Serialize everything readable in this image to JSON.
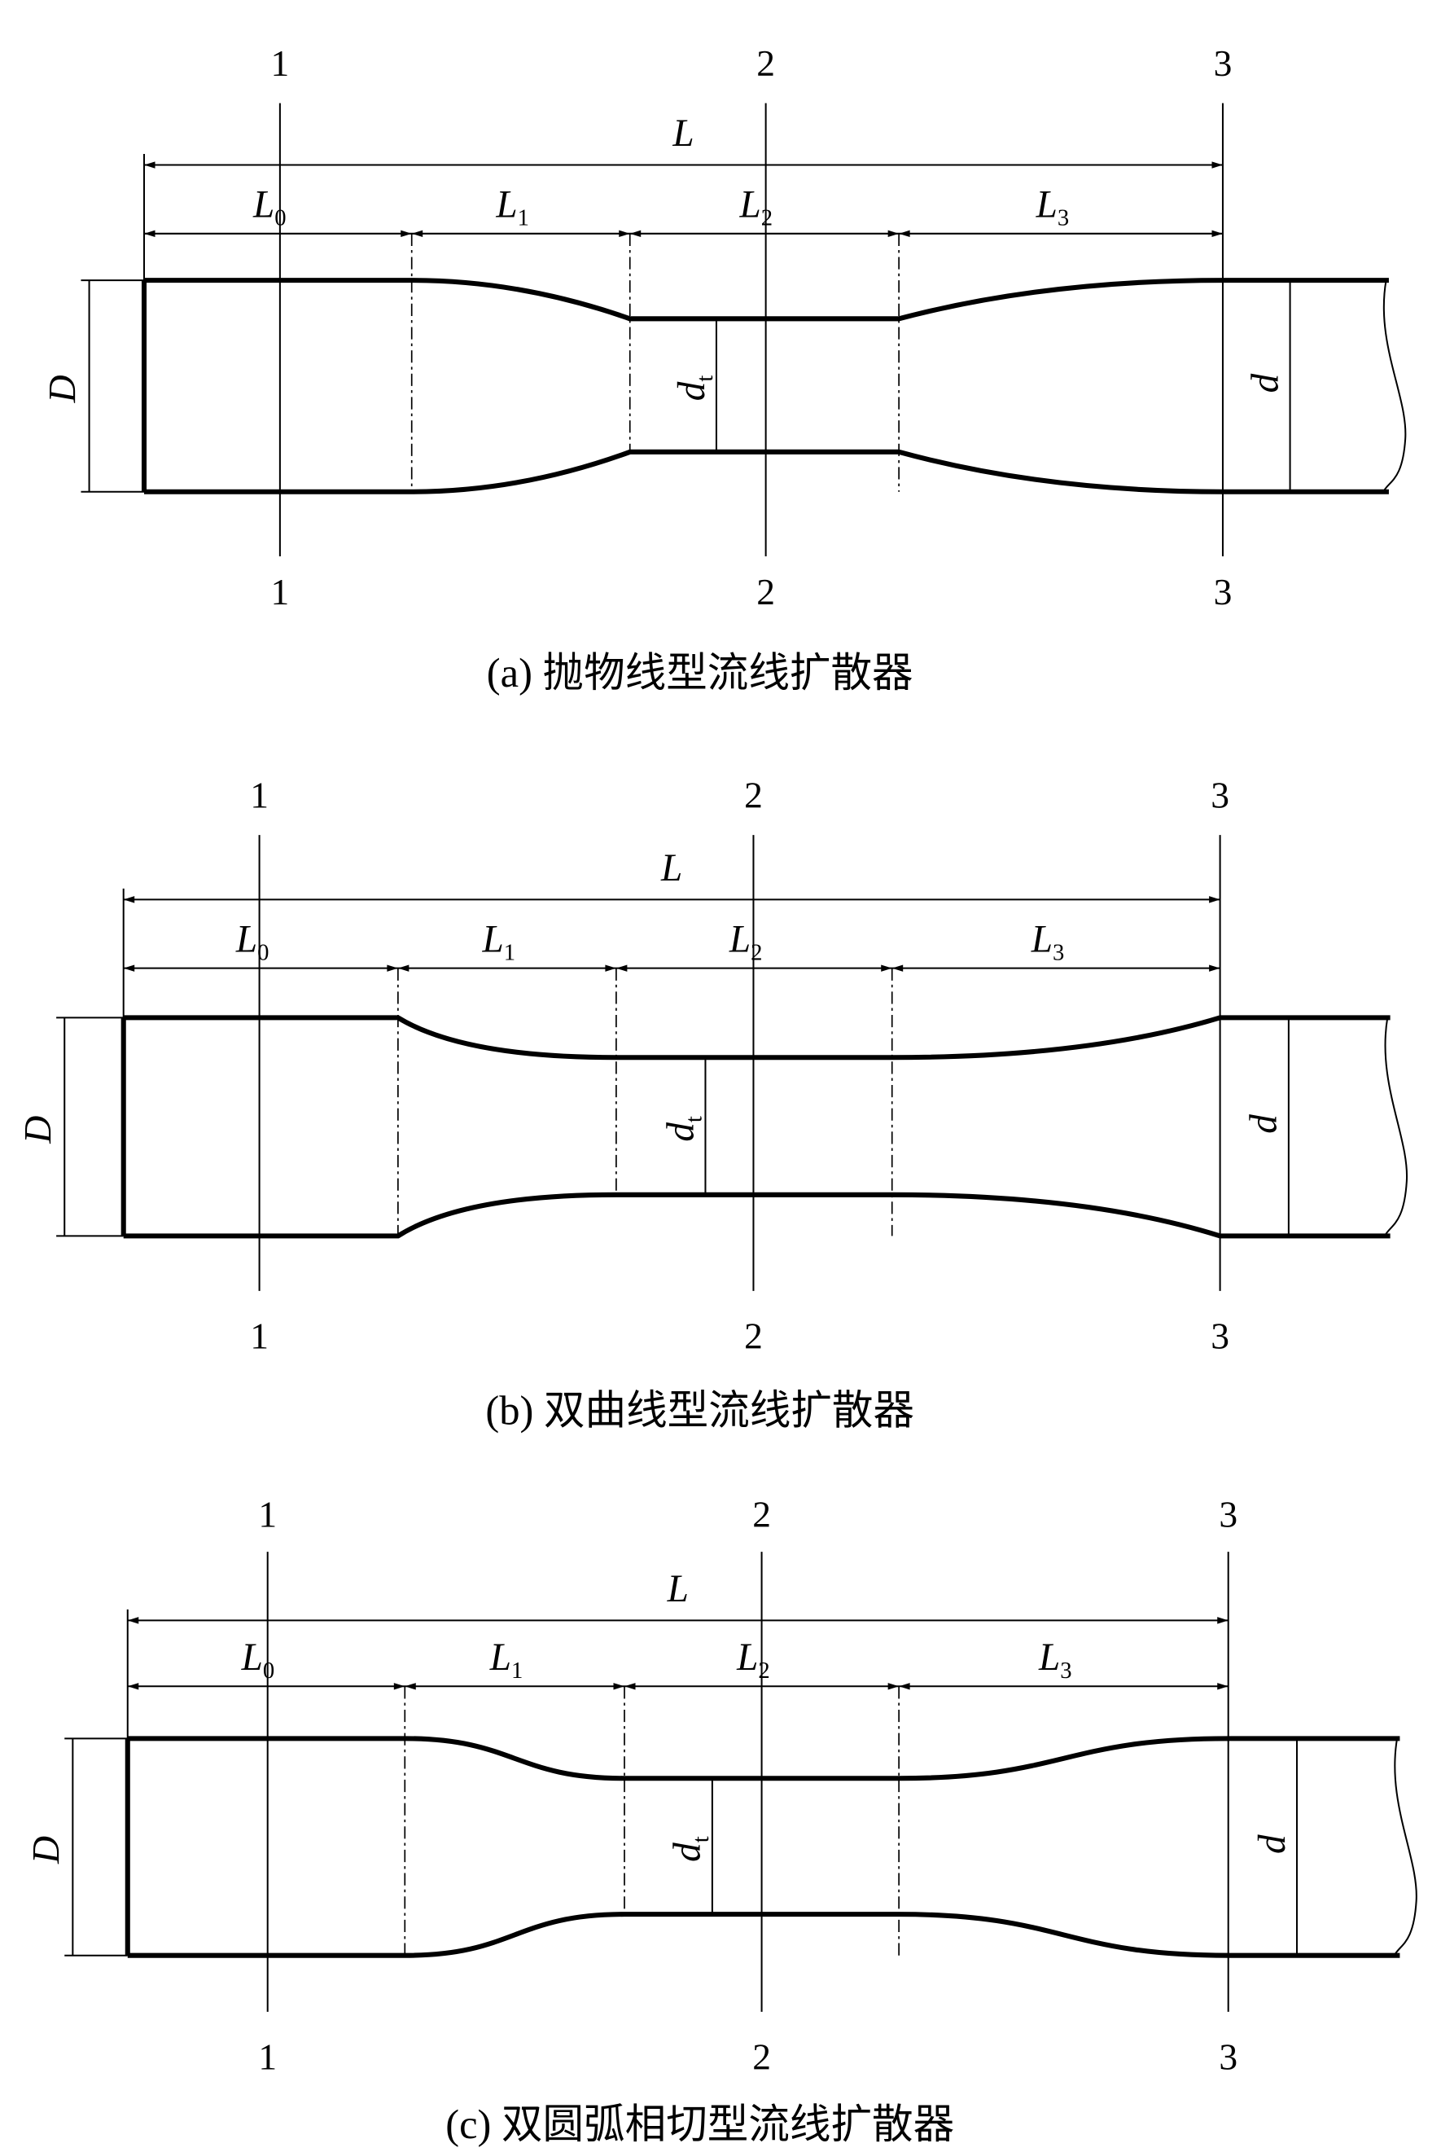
{
  "figures": [
    {
      "id": "a",
      "caption": "(a) 抛物线型流线扩散器",
      "sections": [
        "1",
        "2",
        "3"
      ],
      "labels": {
        "L": "L",
        "L0": "L",
        "L0_sub": "0",
        "L1": "L",
        "L1_sub": "1",
        "L2": "L",
        "L2_sub": "2",
        "L3": "L",
        "L3_sub": "3",
        "D": "D",
        "dt": "d",
        "dt_sub": "t",
        "d": "d"
      }
    },
    {
      "id": "b",
      "caption": "(b) 双曲线型流线扩散器",
      "sections": [
        "1",
        "2",
        "3"
      ],
      "labels": {
        "L": "L",
        "L0": "L",
        "L0_sub": "0",
        "L1": "L",
        "L1_sub": "1",
        "L2": "L",
        "L2_sub": "2",
        "L3": "L",
        "L3_sub": "3",
        "D": "D",
        "dt": "d",
        "dt_sub": "t",
        "d": "d"
      }
    },
    {
      "id": "c",
      "caption": "(c) 双圆弧相切型流线扩散器",
      "sections": [
        "1",
        "2",
        "3"
      ],
      "labels": {
        "L": "L",
        "L0": "L",
        "L0_sub": "0",
        "L1": "L",
        "L1_sub": "1",
        "L2": "L",
        "L2_sub": "2",
        "L3": "L",
        "L3_sub": "3",
        "D": "D",
        "dt": "d",
        "dt_sub": "t",
        "d": "d"
      }
    }
  ]
}
